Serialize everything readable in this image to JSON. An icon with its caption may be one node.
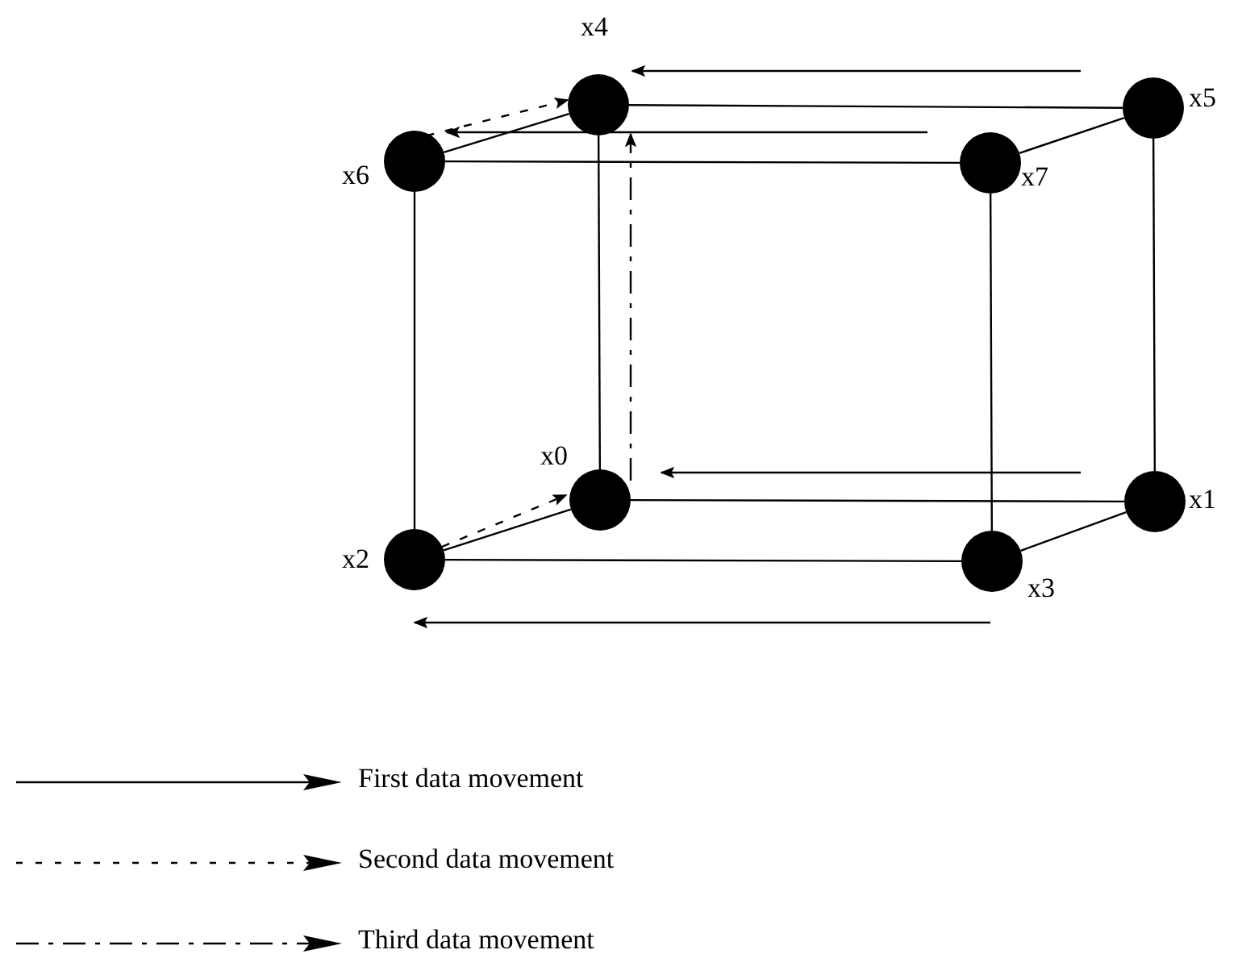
{
  "diagram": {
    "nodes": [
      {
        "text": [],
        "shape": "circle",
        "beside": [
          "x4"
        ]
      },
      {
        "text": [],
        "shape": "circle",
        "beside": [
          "x5"
        ]
      },
      {
        "text": [],
        "shape": "circle",
        "beside": [
          "x6"
        ]
      },
      {
        "text": [],
        "shape": "circle",
        "beside": [
          "x7"
        ]
      },
      {
        "text": [],
        "shape": "circle",
        "beside": [
          "x0"
        ]
      },
      {
        "text": [],
        "shape": "circle",
        "beside": [
          "x1"
        ]
      },
      {
        "text": [],
        "shape": "circle",
        "beside": [
          "x2"
        ]
      },
      {
        "text": [],
        "shape": "circle",
        "beside": [
          "x3"
        ]
      }
    ],
    "edges": [
      {
        "from": 0,
        "to": 1,
        "arrow": "none"
      },
      {
        "from": 0,
        "to": 2,
        "arrow": "none"
      },
      {
        "from": 2,
        "to": 3,
        "arrow": "none"
      },
      {
        "from": 1,
        "to": 3,
        "arrow": "none"
      },
      {
        "from": 0,
        "to": 4,
        "arrow": "none"
      },
      {
        "from": 2,
        "to": 6,
        "arrow": "none"
      },
      {
        "from": 1,
        "to": 5,
        "arrow": "none"
      },
      {
        "from": 3,
        "to": 7,
        "arrow": "none"
      },
      {
        "from": 4,
        "to": 5,
        "arrow": "none"
      },
      {
        "from": 4,
        "to": 6,
        "arrow": "none"
      },
      {
        "from": 6,
        "to": 7,
        "arrow": "none"
      },
      {
        "from": 7,
        "to": 5,
        "arrow": "none"
      },
      {
        "from": 1,
        "to": 0,
        "arrow": "to"
      },
      {
        "from": 3,
        "to": 2,
        "arrow": "to"
      },
      {
        "from": 5,
        "to": 4,
        "arrow": "to"
      },
      {
        "from": 7,
        "to": 6,
        "arrow": "to"
      },
      {
        "from": 2,
        "to": 0,
        "arrow": "to",
        "style": "dashed"
      },
      {
        "from": 6,
        "to": 4,
        "arrow": "to",
        "style": "dashed"
      },
      {
        "from": 4,
        "to": 0,
        "arrow": "to",
        "style": "dashed"
      }
    ],
    "legend": [
      {
        "text": "First data movement"
      },
      {
        "text": "Second data movement"
      },
      {
        "text": "Third data movement"
      }
    ]
  }
}
